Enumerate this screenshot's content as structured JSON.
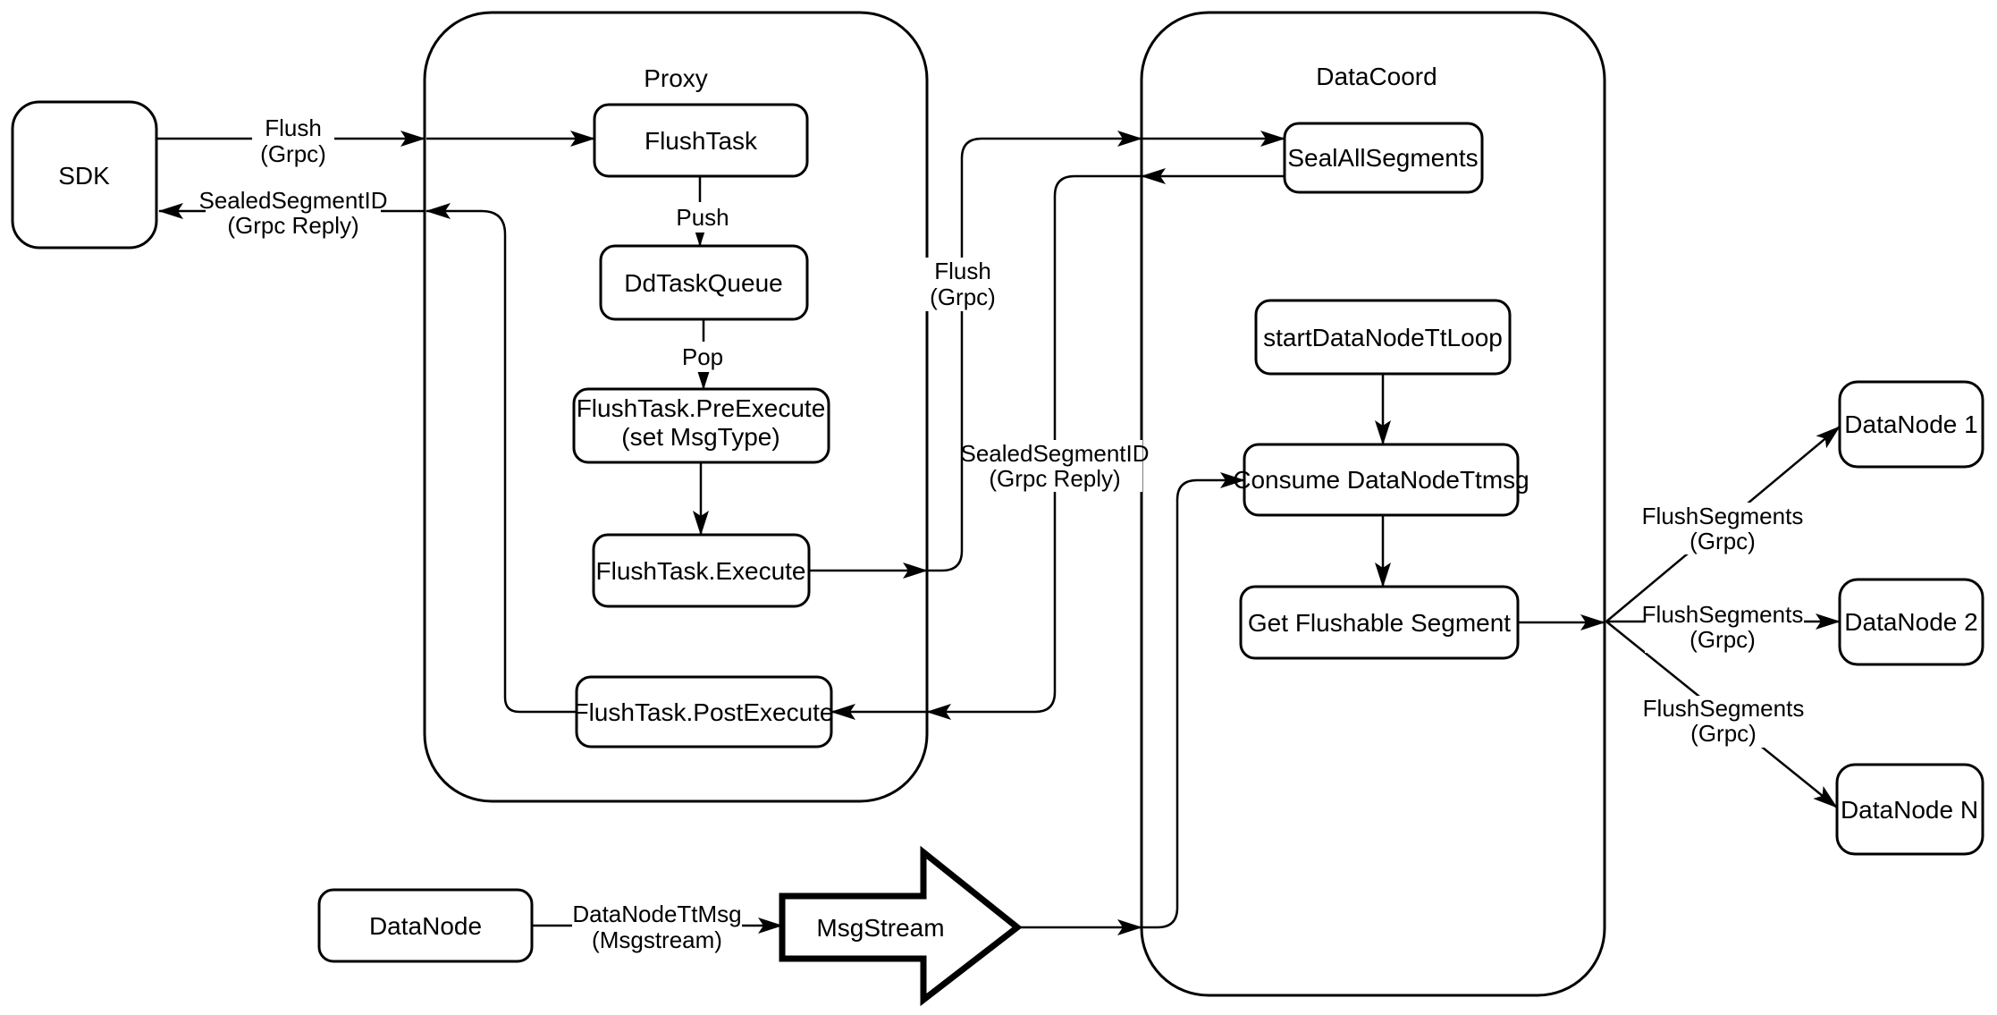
{
  "diagram": {
    "containers": {
      "proxy": "Proxy",
      "datacoord": "DataCoord"
    },
    "nodes": {
      "sdk": "SDK",
      "flush_task": "FlushTask",
      "dd_task_queue": "DdTaskQueue",
      "pre_execute": {
        "line1": "FlushTask.PreExecute",
        "line2": "(set MsgType)"
      },
      "execute": "FlushTask.Execute",
      "post_execute": "FlushTask.PostExecute",
      "seal_all_segments": "SealAllSegments",
      "start_datanode_tt_loop": "startDataNodeTtLoop",
      "consume_datanode_ttmsg": "Consume DataNodeTtmsg",
      "get_flushable_segment": "Get Flushable Segment",
      "datanode1": "DataNode 1",
      "datanode2": "DataNode 2",
      "datanoden": "DataNode N",
      "datanode_bottom": "DataNode",
      "msgstream": "MsgStream"
    },
    "labels": {
      "sdk_flush": {
        "line1": "Flush",
        "line2": "(Grpc)"
      },
      "sdk_reply": {
        "line1": "SealedSegmentID",
        "line2": "(Grpc Reply)"
      },
      "push": "Push",
      "pop": "Pop",
      "mid_flush": {
        "line1": "Flush",
        "line2": "(Grpc)"
      },
      "mid_reply": {
        "line1": "SealedSegmentID",
        "line2": "(Grpc Reply)"
      },
      "flush_segments_1": {
        "line1": "FlushSegments",
        "line2": "(Grpc)"
      },
      "flush_segments_2": {
        "line1": "FlushSegments",
        "line2": "(Grpc)"
      },
      "flush_segments_3": {
        "line1": "FlushSegments",
        "line2": "(Grpc)"
      },
      "datanode_ttmsg": {
        "line1": "DataNodeTtMsg",
        "line2": "(Msgstream)"
      }
    },
    "colors": {
      "stroke": "#000000",
      "fill": "#ffffff"
    }
  }
}
